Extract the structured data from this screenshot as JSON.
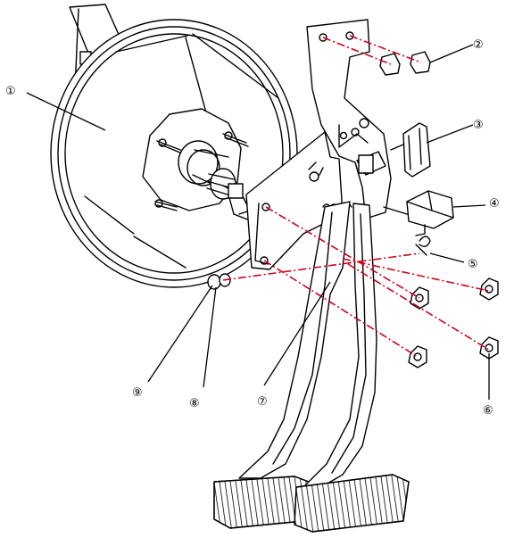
{
  "callouts": [
    {
      "id": "c1",
      "label": "①"
    },
    {
      "id": "c2",
      "label": "②"
    },
    {
      "id": "c3",
      "label": "③"
    },
    {
      "id": "c4",
      "label": "④"
    },
    {
      "id": "c5",
      "label": "⑤"
    },
    {
      "id": "c6",
      "label": "⑥"
    },
    {
      "id": "c7",
      "label": "⑦"
    },
    {
      "id": "c8",
      "label": "⑧"
    },
    {
      "id": "c9",
      "label": "⑨"
    }
  ],
  "colors": {
    "line": "#000000",
    "assembly_axis": "#d0021b",
    "background": "#ffffff"
  }
}
